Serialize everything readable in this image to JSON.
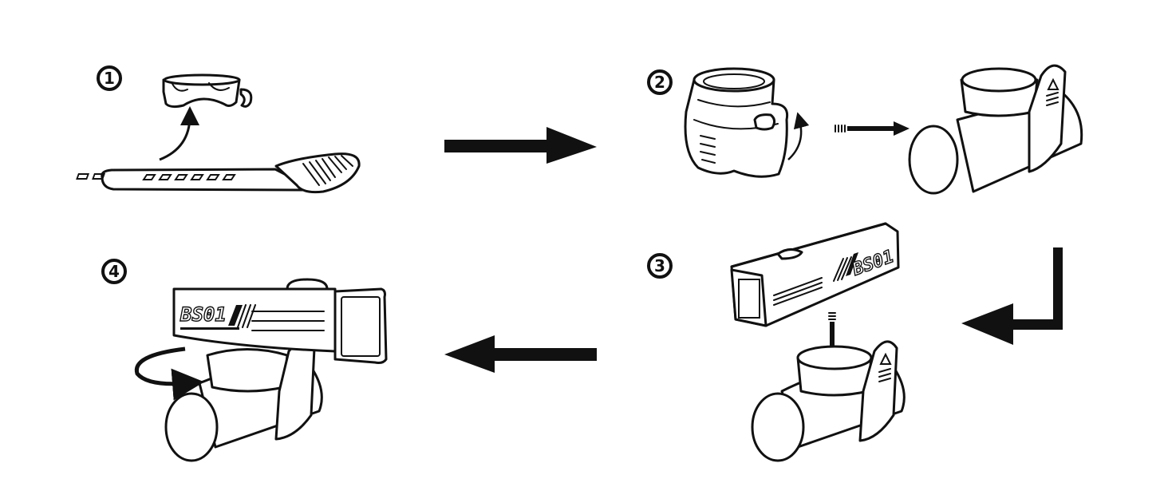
{
  "steps": [
    {
      "number": "1",
      "label": "attach-strap-to-mount"
    },
    {
      "number": "2",
      "label": "wrap-mount-on-handlebar"
    },
    {
      "number": "3",
      "label": "insert-light-into-mount"
    },
    {
      "number": "4",
      "label": "rotate-to-lock"
    }
  ],
  "product": {
    "brand_text": "BS01"
  },
  "colors": {
    "ink": "#111111",
    "background": "#ffffff"
  },
  "icons": {
    "flow_arrows": [
      "arrow-right",
      "arrow-down-left",
      "arrow-left"
    ],
    "action_arrows": [
      "curved-arrow",
      "dashed-arrow-right",
      "dashed-arrow-down",
      "rotate-arrow"
    ]
  }
}
